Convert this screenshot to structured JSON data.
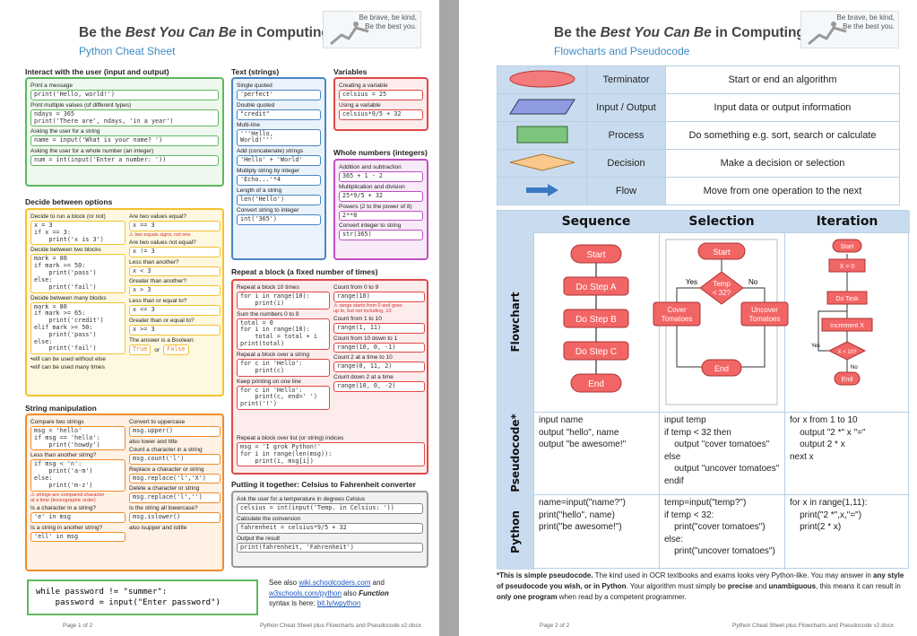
{
  "p1": {
    "title_pre": "Be the ",
    "title_em": "Best You Can Be",
    "title_post": " in Computing.",
    "subtitle": "Python Cheat Sheet",
    "logo": "Be brave, be kind,\nBe the best you.",
    "sec_interact": "Interact with the user (input and output)",
    "print_msg_l": "Print a message",
    "print_msg": "print('Hello, world!')",
    "print_mult_l": "Print multiple values (of different types)",
    "print_mult": "ndays = 365\nprint('There are', ndays, 'in a year')",
    "ask_str_l": "Asking the user for a string",
    "ask_str": "name = input('What is your name? ')",
    "ask_num_l": "Asking the user for a whole number (an integer)",
    "ask_num": "num = int(input('Enter a number: '))",
    "sec_text": "Text (strings)",
    "sq_l": "Single quoted",
    "sq": "'perfect'",
    "dq_l": "Double quoted",
    "dq": "\"credit\"",
    "ml_l": "Multi-line",
    "ml": "'''Hello,\nWorld!'''",
    "add_l": "Add (concatenate) strings",
    "add": "'Hello' + 'World'",
    "mul_l": "Multiply string by integer",
    "mul": "'Echo...'*4",
    "len_l": "Length of a string",
    "len": "len('Hello')",
    "conv_l": "Convert string to integer",
    "conv": "int('365')",
    "sec_vars": "Variables",
    "cv_l": "Creating a variable",
    "cv": "celsius = 25",
    "uv_l": "Using a variable",
    "uv": "celsius*9/5 + 32",
    "sec_whole": "Whole numbers (integers)",
    "as_l": "Addition and subtraction",
    "as": "365 + 1 - 2",
    "md_l": "Multiplication and division",
    "md": "25*9/5 + 32",
    "pw_l": "Powers (2 to the power of 8)",
    "pw": "2**8",
    "ci_l": "Convert integer to string",
    "ci": "str(365)",
    "sec_decide": "Decide between options",
    "d1_l": "Decide to run a block (or not)",
    "d1": "x = 3\nif x == 3:\n    print('x is 3')",
    "d2_l": "Decide between two blocks",
    "d2": "mark = 80\nif mark >= 50:\n    print('pass')\nelse:\n    print('fail')",
    "d3_l": "Decide between many blocks",
    "d3": "mark = 80\nif mark >= 65:\n    print('credit')\nelif mark >= 50:\n    print('pass')\nelse:\n    print('fail')",
    "d_note1": "•elif can be used without else",
    "d_note2": "•elif can be used many times",
    "eq_l": "Are two values equal?",
    "eq": "x == 3",
    "eq_n": "⚠ two equals signs, not one",
    "ne_l": "Are two values not equal?",
    "ne": "x != 3",
    "lt_l": "Less than another?",
    "lt": "x < 3",
    "gt_l": "Greater than another?",
    "gt": "x > 3",
    "le_l": "Less than or equal to?",
    "le": "x <= 3",
    "ge_l": "Greater than or equal to?",
    "ge": "x >= 3",
    "bool_l": "The answer is a Boolean:",
    "t": "True",
    "or": "or",
    "f": "False",
    "sec_repeat": "Repeat a block (a fixed number of times)",
    "r1_l": "Repeat a block 10 times",
    "r1": "for i in range(10):\n    print(i)",
    "r2_l": "Sum the numbers 0 to 9",
    "r2": "total = 0\nfor i in range(10):\n    total = total + i\nprint(total)",
    "r3_l": "Repeat a block over a string",
    "r3": "for c in 'Hello':\n    print(c)",
    "r4_l": "Keep printing on one line",
    "r4": "for c in 'Hello':\n    print(c, end=' ')\nprint('!')",
    "r5_l": "Repeat a block over list (or string) indices",
    "r5": "msg = 'I grok Python!'\nfor i in range(len(msg)):\n    print(i, msg[i])",
    "cf0_l": "Count from 0 to 9",
    "cf0": "range(10)",
    "cf0_n": "⚠ range starts from 0 and goes\nup to, but not including, 10",
    "cf1_l": "Count from 1 to 10",
    "cf1": "range(1, 11)",
    "cd_l": "Count from 10 down to 1",
    "cd": "range(10, 0, -1)",
    "c2_l": "Count 2 at a time to 10",
    "c2": "range(0, 11, 2)",
    "cd2_l": "Count down 2 at a time",
    "cd2": "range(10, 0, -2)",
    "sec_str": "String manipulation",
    "s1_l": "Compare two strings",
    "s1": "msg = 'hello'\nif msg == 'hello':\n    print('howdy')",
    "s2_l": "Less than another string?",
    "s2": "if msg < 'n':\n    print('a-m')\nelse:\n    print('m-z')",
    "s2_n": "⚠ strings are compared character\nat a time (lexicographic order)",
    "s3_l": "Is a character in a string?",
    "s3": "'e' in msg",
    "s4_l": "Is a string in another string?",
    "s4": "'ell' in msg",
    "u1_l": "Convert to uppercase",
    "u1": "msg.upper()",
    "u1_n": "also lower and title",
    "u2_l": "Count a character in a string",
    "u2": "msg.count('l')",
    "u3_l": "Replace a character or string",
    "u3": "msg.replace('l','X')",
    "u4_l": "Delete a character or string",
    "u4": "msg.replace('l','')",
    "u5_l": "Is the string all lowercase?",
    "u5": "msg.islower()",
    "u5_n": "also isupper and istitle",
    "sec_put": "Putting it together: Celsius to Fahrenheit converter",
    "p1_l": "Ask the user for a temperature in degrees Celsius",
    "p1c": "celsius = int(input('Temp. in Celsius: '))",
    "p2_l": "Calculate the conversion",
    "p2c": "fahrenheit = celsius*9/5 + 32",
    "p3_l": "Output the result",
    "p3c": "print(fahrenheit, 'Fahrenheit')",
    "while": "while password != \"summer\":\n    password = input(\"Enter password\")",
    "see1": "See also ",
    "see_link1": "wiki.schoolcoders.com",
    "see2": " and",
    "see_link2": "w3schools.com/python",
    "see3": " also ",
    "see_fn": "Function",
    "see4": "syntax is here: ",
    "see_link3": "bit.ly/wpython",
    "foot_l": "Page 1 of 2",
    "foot_r": "Python Cheat Sheet plus Flowcharts and Pseudocode v2.docx"
  },
  "p2": {
    "title_pre": "Be the ",
    "title_em": "Best You Can Be",
    "title_post": " in Computing.",
    "subtitle": "Flowcharts and Pseudocode",
    "logo": "Be brave, be kind,\nBe the best you.",
    "legend": [
      {
        "name": "Terminator",
        "desc": "Start or end an algorithm"
      },
      {
        "name": "Input / Output",
        "desc": "Input data or output information"
      },
      {
        "name": "Process",
        "desc": "Do something e.g. sort, search or calculate"
      },
      {
        "name": "Decision",
        "desc": "Make a decision or selection"
      },
      {
        "name": "Flow",
        "desc": "Move from one operation to the next"
      }
    ],
    "col_seq": "Sequence",
    "col_sel": "Selection",
    "col_it": "Iteration",
    "row_fc": "Flowchart",
    "row_ps": "Pseudocode*",
    "row_py": "Python",
    "fc_seq": [
      "Start",
      "Do Step A",
      "Do Step B",
      "Do Step C",
      "End"
    ],
    "fc_sel": {
      "start": "Start",
      "dec": "Temp\n< 32?",
      "yes": "Yes",
      "no": "No",
      "left": "Cover\nTomatoes",
      "right": "Uncover\nTomatoes",
      "end": "End"
    },
    "fc_it": {
      "start": "Start",
      "init": "X = 0",
      "task": "Do Task",
      "inc": "Increment X",
      "dec": "X < 10?",
      "yes": "Yes",
      "no": "No",
      "end": "End"
    },
    "ps_seq": "input name\noutput \"hello\", name\noutput \"be awesome!\"",
    "ps_sel": "input temp\nif temp < 32 then\n    output \"cover tomatoes\"\nelse\n    output \"uncover tomatoes\"\nendif",
    "ps_it": "for x from 1 to 10\n    output \"2 *\" x \"=\"\n    output 2 * x\nnext x",
    "py_seq": "name=input(\"name?\")\nprint(\"hello\", name)\nprint(\"be awesome!\")",
    "py_sel": "temp=input(\"temp?\")\nif temp < 32:\n    print(\"cover tomatoes\")\nelse:\n    print(\"uncover tomatoes\")",
    "py_it": "for x in range(1,11):\n    print(\"2 *\",x,\"=\")\n    print(2 * x)",
    "fn_b1": "*This is simple pseudocode.",
    "fn1": " The kind used in OCR textbooks and exams looks very Python-like. You may answer in ",
    "fn_b2": "any style of pseudocode you wish, or in Python",
    "fn2": ". Your algorithm must simply be ",
    "fn_b3": "precise",
    "fn3": " and ",
    "fn_b4": "unambiguous",
    "fn4": ", this means it can result in ",
    "fn_b5": "only one program",
    "fn5": " when read by a competent programmer.",
    "foot_l": "Page 2 of 2",
    "foot_r": "Python Cheat Sheet plus Flowcharts and Pseudocode v2.docx"
  },
  "colors": {
    "page_bg": "#a7a7a7",
    "subtitle": "#3d8cc4",
    "legend_bg": "#c9dcef",
    "terminator": "#f47b7b",
    "io": "#8f9be0",
    "process": "#7dc47d",
    "decision": "#f9c88a",
    "flow": "#3a78c2",
    "fc_node": "#f26565"
  }
}
